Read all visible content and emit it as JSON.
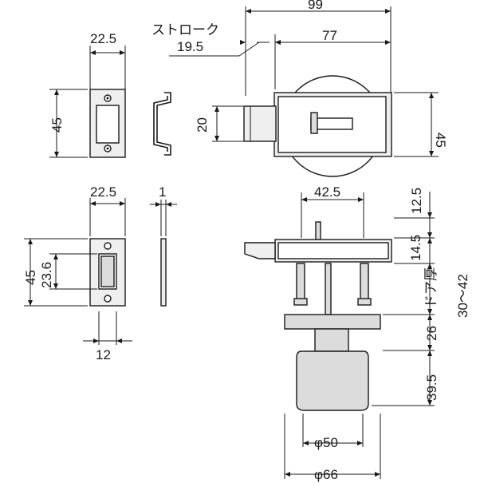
{
  "dimensions": {
    "strike_width_top": "22.5",
    "strike_height_top": "45",
    "stroke_label": "ストローク",
    "stroke_value": "19.5",
    "overall_length": "99",
    "body_length": "77",
    "bolt_height": "20",
    "body_height": "45",
    "plate_width": "22.5",
    "plate_thickness": "1",
    "plate_height": "45",
    "plate_opening": "23.6",
    "plate_hole_spacing": "12",
    "spindle_spacing": "42.5",
    "top_offset": "12.5",
    "body_depth": "14.5",
    "door_thickness_label": "ドア厚",
    "door_thickness_range": "30～42",
    "rose_thickness": "26",
    "knob_length": "39.5",
    "knob_diameter": "φ50",
    "rose_diameter": "φ66"
  }
}
